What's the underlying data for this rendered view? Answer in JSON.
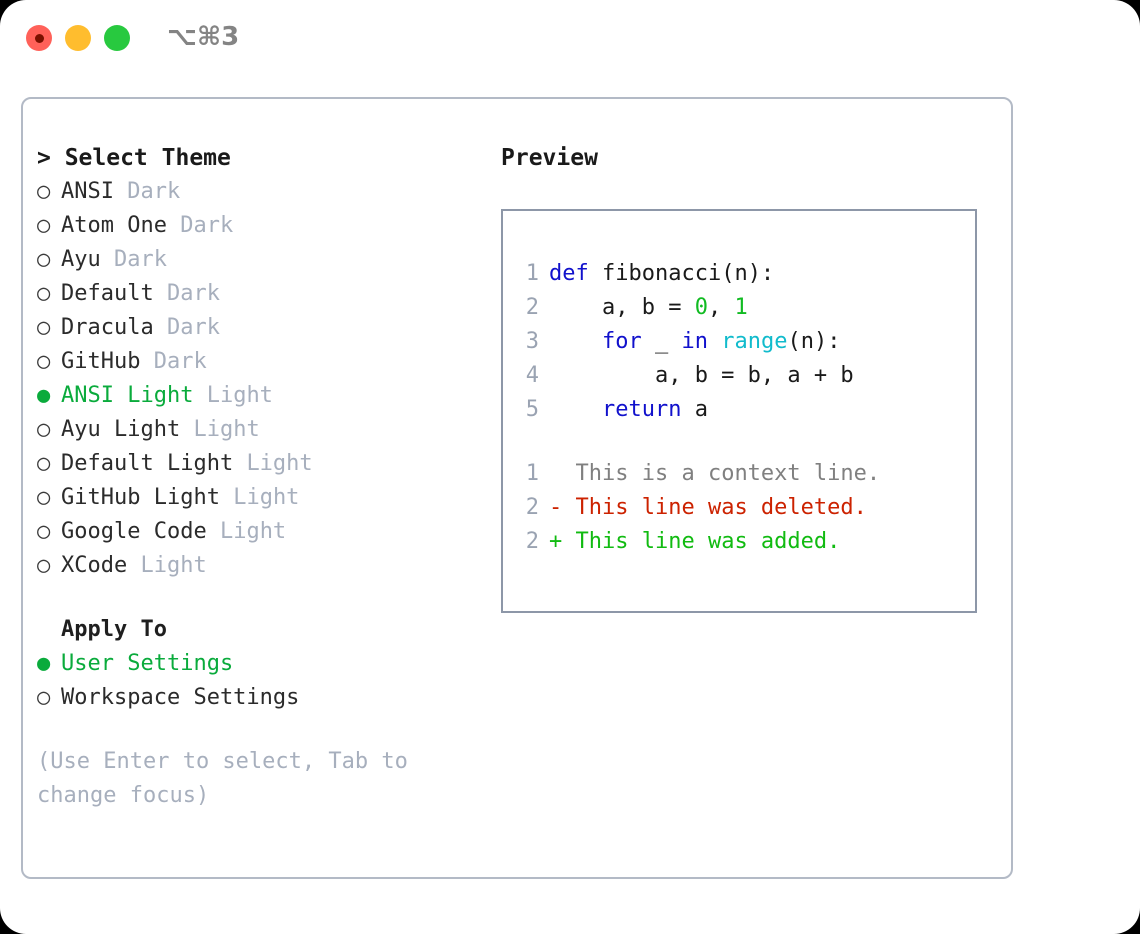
{
  "titlebar": {
    "shortcut": "⌥⌘3",
    "lights": [
      {
        "name": "close",
        "color": "#ff6159"
      },
      {
        "name": "minimize",
        "color": "#ffbd2e"
      },
      {
        "name": "maximize",
        "color": "#28c93f"
      }
    ]
  },
  "theme_section": {
    "heading": "> Select Theme",
    "items": [
      {
        "bullet": "○",
        "name": "ANSI",
        "variant": "Dark",
        "selected": false
      },
      {
        "bullet": "○",
        "name": "Atom One",
        "variant": "Dark",
        "selected": false
      },
      {
        "bullet": "○",
        "name": "Ayu",
        "variant": "Dark",
        "selected": false
      },
      {
        "bullet": "○",
        "name": "Default",
        "variant": "Dark",
        "selected": false
      },
      {
        "bullet": "○",
        "name": "Dracula",
        "variant": "Dark",
        "selected": false
      },
      {
        "bullet": "○",
        "name": "GitHub",
        "variant": "Dark",
        "selected": false
      },
      {
        "bullet": "●",
        "name": "ANSI Light",
        "variant": "Light",
        "selected": true
      },
      {
        "bullet": "○",
        "name": "Ayu Light",
        "variant": "Light",
        "selected": false
      },
      {
        "bullet": "○",
        "name": "Default Light",
        "variant": "Light",
        "selected": false
      },
      {
        "bullet": "○",
        "name": "GitHub Light",
        "variant": "Light",
        "selected": false
      },
      {
        "bullet": "○",
        "name": "Google Code",
        "variant": "Light",
        "selected": false
      },
      {
        "bullet": "○",
        "name": "XCode",
        "variant": "Light",
        "selected": false
      }
    ]
  },
  "apply_to_section": {
    "label": "Apply To",
    "items": [
      {
        "bullet": "●",
        "name": "User Settings",
        "selected": true
      },
      {
        "bullet": "○",
        "name": "Workspace Settings",
        "selected": false
      }
    ]
  },
  "hint": "(Use Enter to select, Tab to change focus)",
  "preview": {
    "heading": "Preview",
    "code_lines": [
      {
        "n": "1",
        "tokens": [
          {
            "t": "def",
            "c": "kw"
          },
          {
            "t": " fibonacci(n):",
            "c": "code"
          }
        ]
      },
      {
        "n": "2",
        "tokens": [
          {
            "t": "    a, b = ",
            "c": "code"
          },
          {
            "t": "0",
            "c": "num"
          },
          {
            "t": ", ",
            "c": "code"
          },
          {
            "t": "1",
            "c": "num"
          }
        ]
      },
      {
        "n": "3",
        "tokens": [
          {
            "t": "    ",
            "c": "code"
          },
          {
            "t": "for",
            "c": "kw"
          },
          {
            "t": " _ ",
            "c": "code"
          },
          {
            "t": "in",
            "c": "kw"
          },
          {
            "t": " ",
            "c": "code"
          },
          {
            "t": "range",
            "c": "fn"
          },
          {
            "t": "(n):",
            "c": "code"
          }
        ]
      },
      {
        "n": "4",
        "tokens": [
          {
            "t": "        a, b = b, a + b",
            "c": "code"
          }
        ]
      },
      {
        "n": "5",
        "tokens": [
          {
            "t": "    ",
            "c": "code"
          },
          {
            "t": "return",
            "c": "kw"
          },
          {
            "t": " a",
            "c": "code"
          }
        ]
      }
    ],
    "diff_lines": [
      {
        "n": "1",
        "marker": "  ",
        "text": "This is a context line.",
        "kind": "ctx"
      },
      {
        "n": "2",
        "marker": "- ",
        "text": "This line was deleted.",
        "kind": "del"
      },
      {
        "n": "2",
        "marker": "+ ",
        "text": "This line was added.",
        "kind": "add"
      }
    ]
  },
  "colors": {
    "selected_green": "#0aab3c",
    "diff_add_green": "#11bb11",
    "diff_del_red": "#cc2200",
    "keyword_blue": "#1111cc",
    "builtin_cyan": "#11bbcc",
    "number_green": "#11bb22",
    "muted_gray": "#a7afbd",
    "panel_border": "#b3bac6",
    "preview_border": "#8d97a8"
  }
}
